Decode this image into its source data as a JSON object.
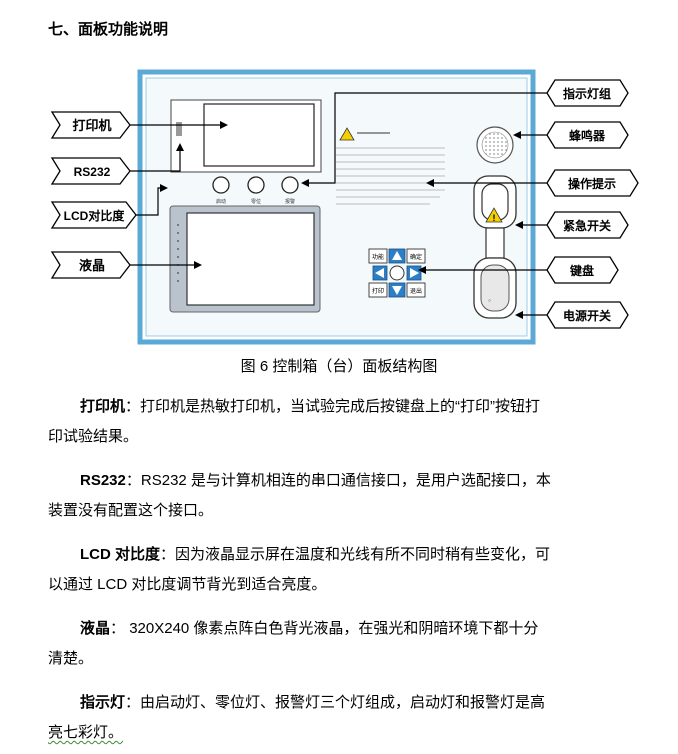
{
  "section_title": "七、面板功能说明",
  "labels": {
    "printer": "打印机",
    "rs232": "RS232",
    "lcd_contrast": "LCD对比度",
    "lcd": "液晶",
    "indicator_group": "指示灯组",
    "buzzer": "蜂鸣器",
    "op_hint": "操作提示",
    "emergency_switch": "紧急开关",
    "keyboard": "键盘",
    "power_switch": "电源开关"
  },
  "panel": {
    "lamps": [
      "启动",
      "零位",
      "报警"
    ],
    "keys": {
      "func": "功能",
      "confirm": "确定",
      "print": "打印",
      "back": "退出"
    }
  },
  "caption": "图 6  控制箱（台）面板结构图",
  "paragraphs": [
    {
      "term": "打印机",
      "colon": "：",
      "body1": "打印机是热敏打印机，当试验完成后按键盘上的“打印”按钮打",
      "body2": "印试验结果。"
    },
    {
      "term": "RS232",
      "colon": "：",
      "body1": "RS232 是与计算机相连的串口通信接口，是用户选配接口，本",
      "body2": "装置没有配置这个接口。"
    },
    {
      "term": "LCD 对比度",
      "colon": "：",
      "body1": "因为液晶显示屏在温度和光线有所不同时稍有些变化，可",
      "body2": "以通过 LCD 对比度调节背光到适合亮度。"
    },
    {
      "term": "液晶",
      "colon": "：",
      "body1": "  320X240 像素点阵白色背光液晶，在强光和阴暗环境下都十分",
      "body2": "清楚。"
    },
    {
      "term": "指示灯",
      "colon": "：",
      "body1": "由启动灯、零位灯、报警灯三个灯组成，启动灯和报警灯是高",
      "body2": "亮七彩灯。"
    }
  ]
}
